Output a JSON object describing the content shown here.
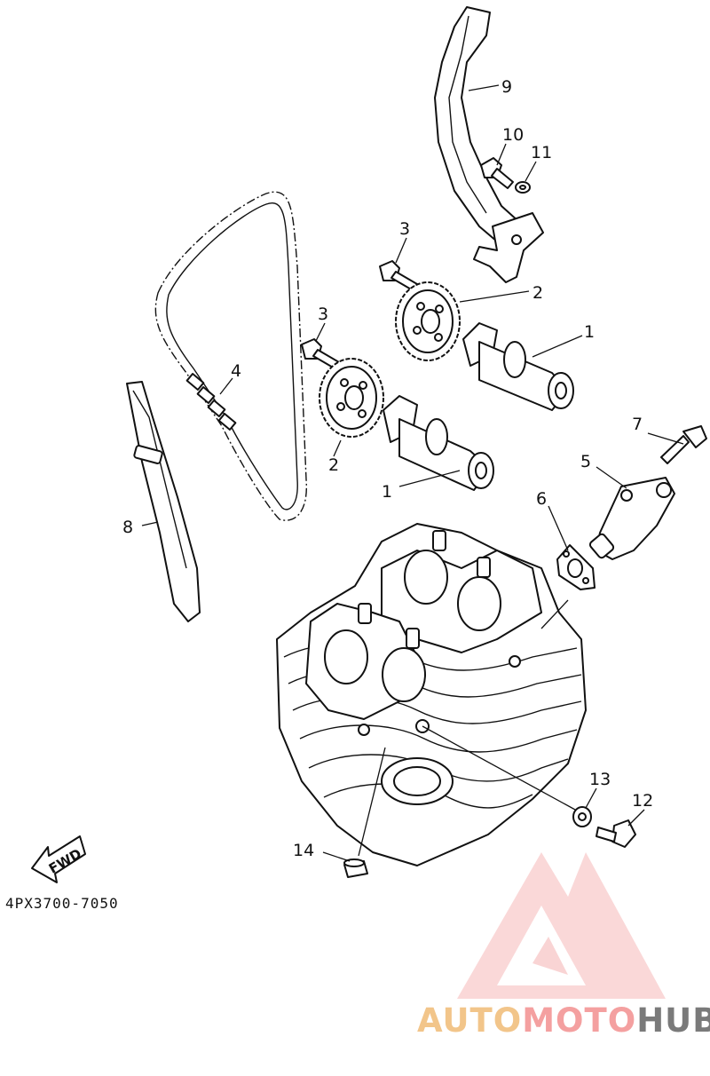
{
  "diagram": {
    "part_numbers": {
      "p1a": "1",
      "p1b": "1",
      "p2a": "2",
      "p2b": "2",
      "p3a": "3",
      "p3b": "3",
      "p4": "4",
      "p5": "5",
      "p6": "6",
      "p7": "7",
      "p8": "8",
      "p9": "9",
      "p10": "10",
      "p11": "11",
      "p12": "12",
      "p13": "13",
      "p14": "14"
    },
    "fwd_label": "FWD",
    "code": "4PX3700-7050"
  },
  "watermark": {
    "part1": "AUTO",
    "part2": "MOTO",
    "part3": "HUB",
    "colors": {
      "auto": "#f2c58a",
      "moto": "#f4a0a0",
      "hub": "#7a7a7a",
      "logo": "#f4a0a0"
    }
  }
}
